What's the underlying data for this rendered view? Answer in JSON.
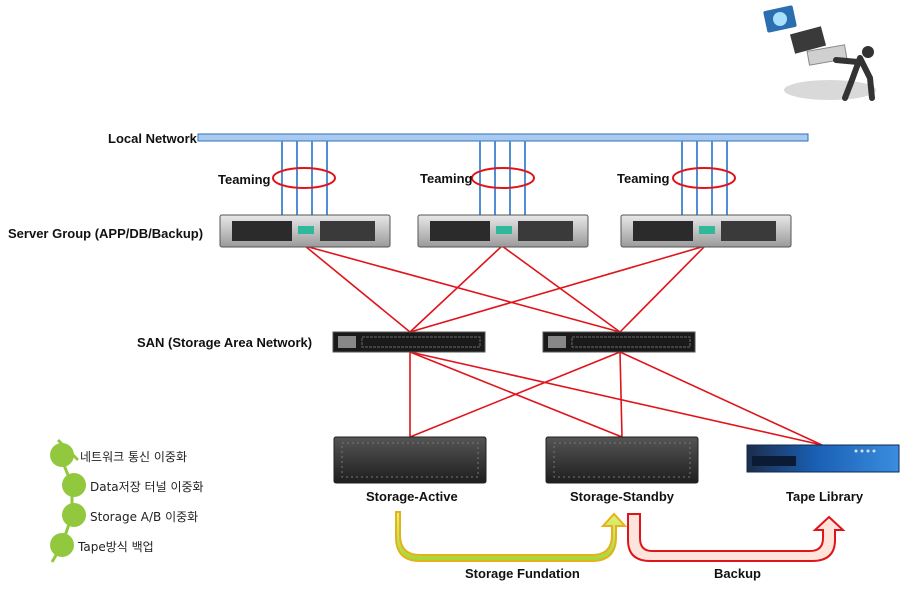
{
  "labels": {
    "local_network": "Local Network",
    "teaming": "Teaming",
    "server_group": "Server Group (APP/DB/Backup)",
    "san": "SAN (Storage Area Network)",
    "storage_active": "Storage-Active",
    "storage_standby": "Storage-Standby",
    "tape_library": "Tape Library",
    "storage_fundation": "Storage Fundation",
    "backup": "Backup"
  },
  "legend": {
    "items": [
      "네트워크 통신 이중화",
      "Data저장 터널 이중화",
      "Storage A/B 이중화",
      "Tape방식 백업"
    ]
  },
  "colors": {
    "network_bar": "#a9cbf0",
    "uplink": "#4f8fd6",
    "fc_link": "#e0141b",
    "teaming_ring": "#e0141b",
    "legend_dot": "#92c83e",
    "fundation_arrow": "#c5e03a",
    "backup_arrow": "#ffe4dc"
  }
}
